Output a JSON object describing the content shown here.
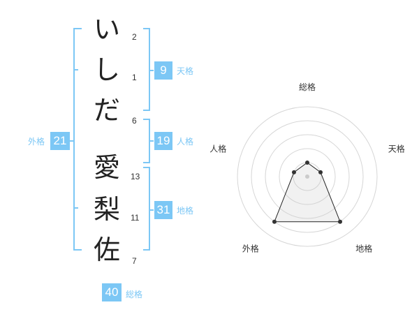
{
  "colors": {
    "accent": "#7cc7f5",
    "text": "#222222",
    "grid": "#d6d6d6",
    "line": "#222222"
  },
  "name_chars": [
    {
      "char": "い",
      "strokes": "2"
    },
    {
      "char": "し",
      "strokes": "1"
    },
    {
      "char": "だ",
      "strokes": "6"
    },
    {
      "char": "愛",
      "strokes": "13"
    },
    {
      "char": "梨",
      "strokes": "11"
    },
    {
      "char": "佐",
      "strokes": "7"
    }
  ],
  "kakusu": {
    "tenkaku": {
      "value": "9",
      "label": "天格"
    },
    "jinkaku": {
      "value": "19",
      "label": "人格"
    },
    "chikaku": {
      "value": "31",
      "label": "地格"
    },
    "gaikaku": {
      "value": "21",
      "label": "外格"
    },
    "soukaku": {
      "value": "40",
      "label": "総格"
    }
  },
  "chart_data": {
    "type": "radar",
    "axes": [
      "総格",
      "天格",
      "地格",
      "外格",
      "人格"
    ],
    "values": [
      1,
      1,
      4,
      4,
      1
    ],
    "rmax": 5,
    "rings": 5
  }
}
